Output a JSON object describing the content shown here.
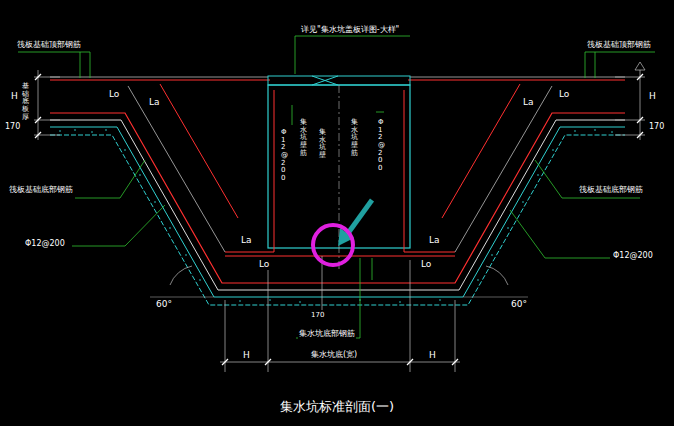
{
  "diagram": {
    "caption": "集水坑标准剖面(一)",
    "labels": [
      "详见\"集水坑盖板详图-大样\"",
      "筏板基础顶部钢筋",
      "筏板基础顶部钢筋",
      "H",
      "基础底板厚",
      "170",
      "170",
      "H",
      "La",
      "Lo",
      "La",
      "Lo",
      "筏板基础底部钢筋",
      "筏板基础底部钢筋",
      "Φ12@200",
      "Φ12@200",
      "Φ12@200",
      "集水坑壁筋",
      "集水坑壁",
      "集水坑壁筋",
      "Φ12@200",
      "La",
      "Lo",
      "La",
      "Lo",
      "60°",
      "60°",
      "170",
      "集水坑底部钢筋",
      "H",
      "集水坑底(宽)",
      "H"
    ]
  }
}
